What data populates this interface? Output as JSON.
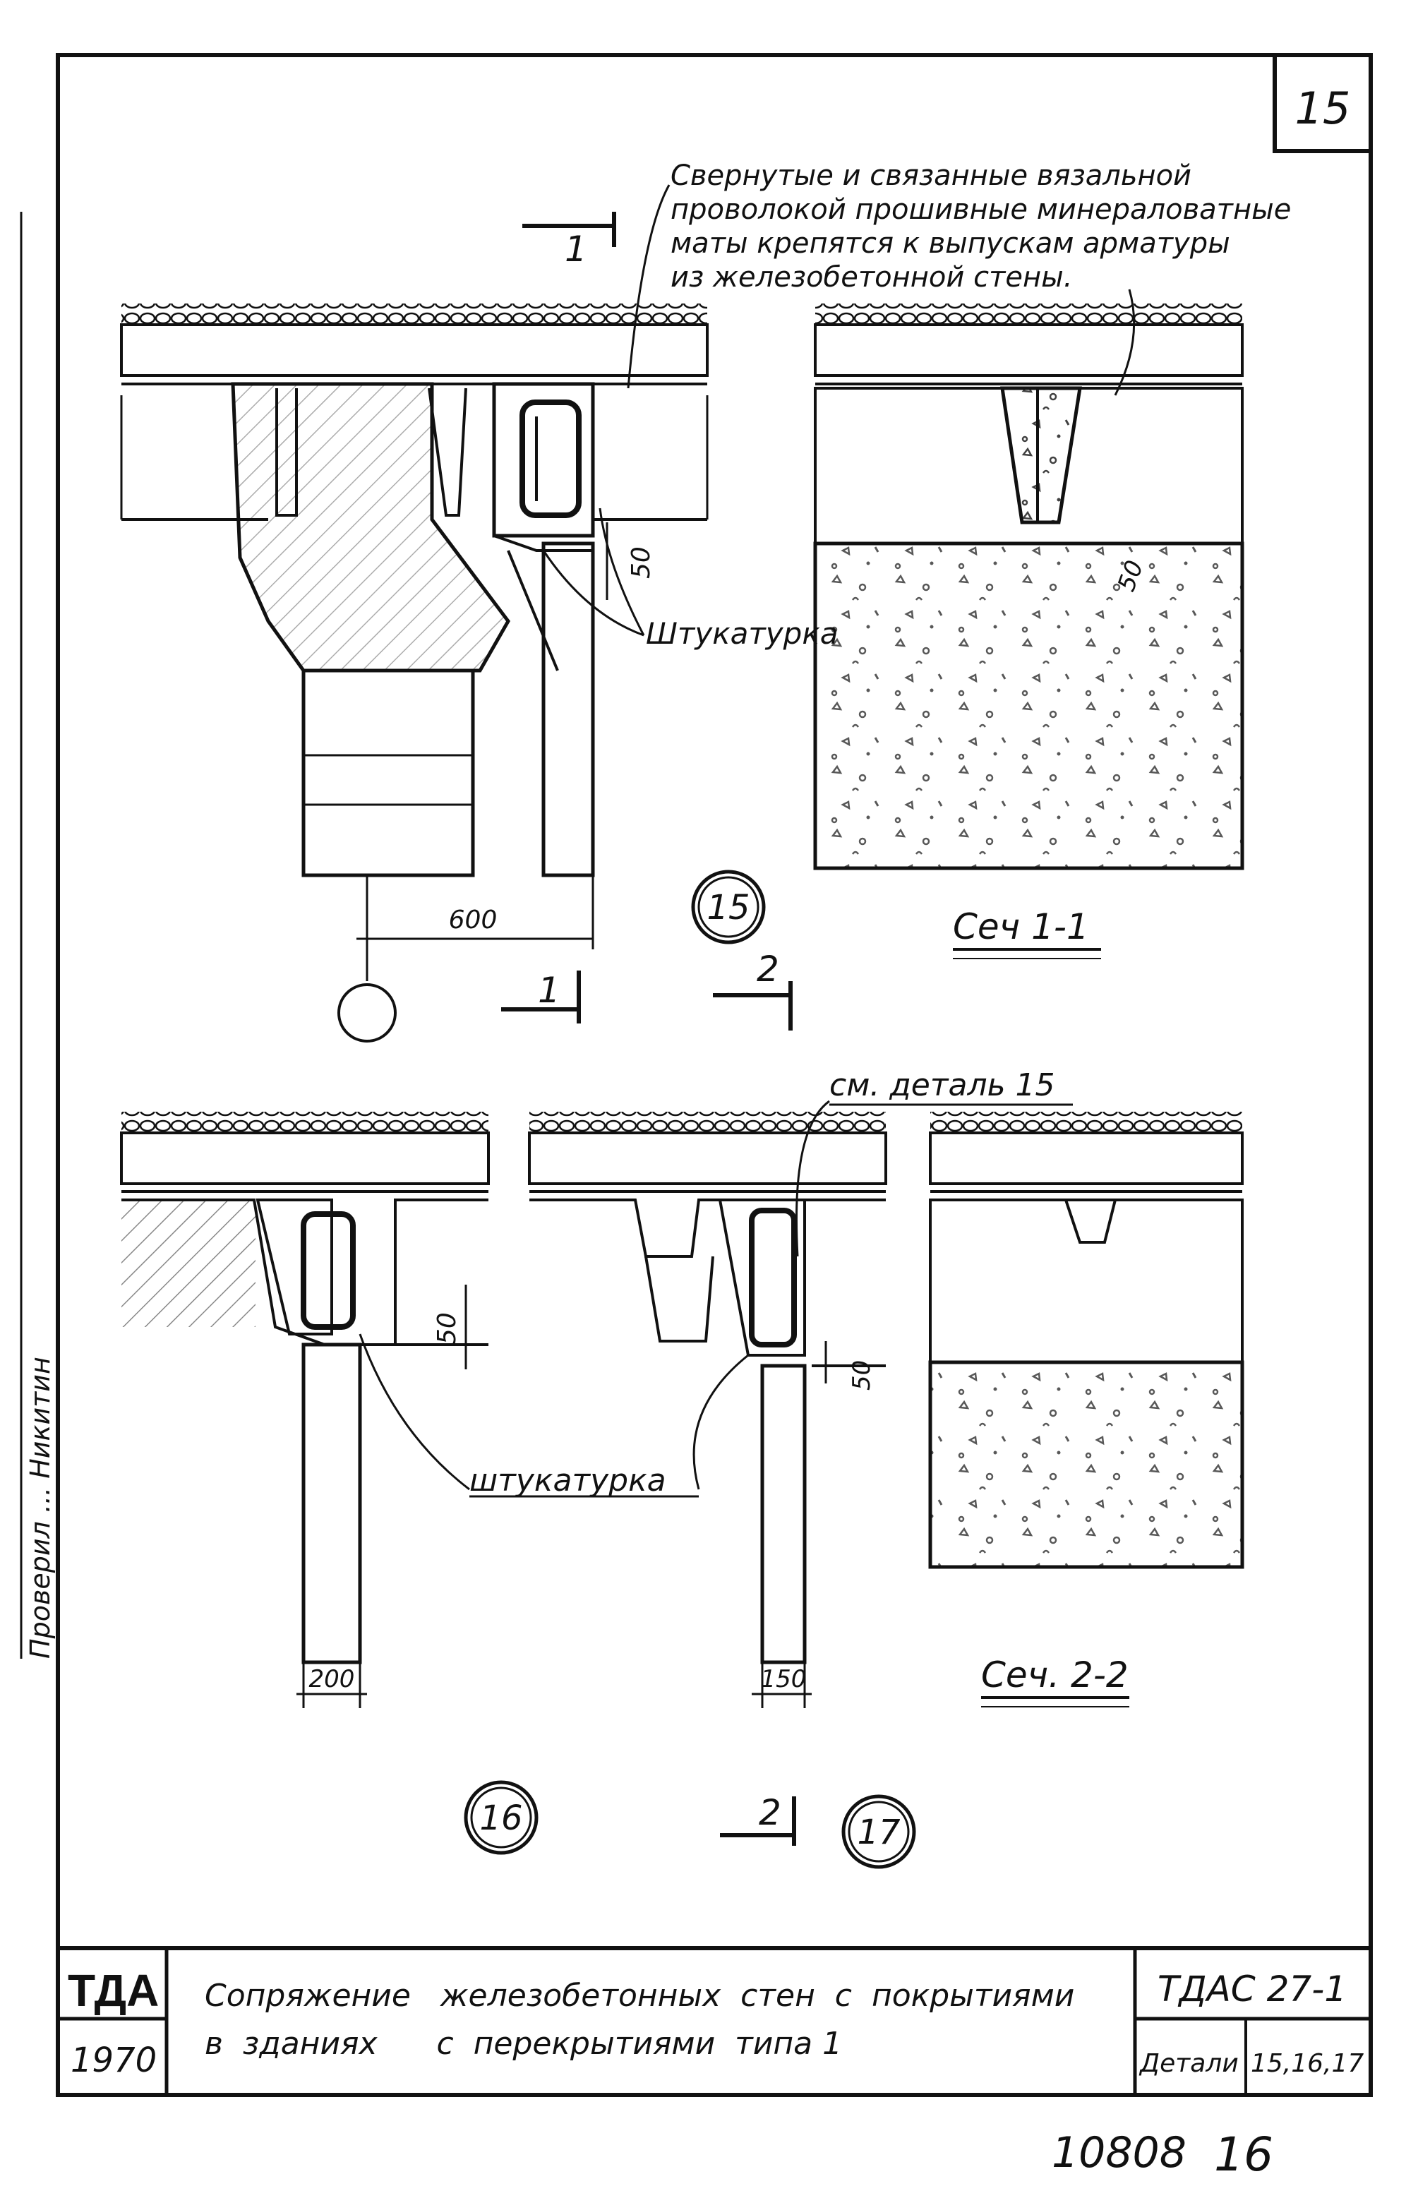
{
  "sheet": {
    "page_number": "15",
    "stamp_org": "ТДА",
    "stamp_year": "1970",
    "title_line1": "Сопряжение   железобетонных  стен  с  покрытиями",
    "title_line2": "в  зданиях      с  перекрытиями  типа 1",
    "series_code": "ТДАС 27-1",
    "details_label": "Детали",
    "details_value": "15,16,17",
    "bottom_number": "10808",
    "bottom_sheet": "16",
    "side_signature": "Проверил   ...   Никитин"
  },
  "notes": {
    "main_note_lines": [
      "Свернутые и связанные вязальной",
      "проволокой прошивные минераловатные",
      "маты крепятся к выпускам арматуры",
      "из железобетонной стены."
    ],
    "plaster_label": "Штукатурка",
    "plaster_label_lower": "штукатурка",
    "see_detail": "см. деталь 15"
  },
  "dimensions": {
    "d15_gap": "50",
    "d15_width": "600",
    "d16_gap": "50",
    "d16_width": "200",
    "d17_gap": "50",
    "d17_width": "150",
    "s11_gap": "50"
  },
  "markers": {
    "cut1_top": "1",
    "cut1_bottom": "1",
    "cut2_top": "2",
    "cut2_bottom": "2",
    "detail15": "15",
    "detail16": "16",
    "detail17": "17"
  },
  "sections": {
    "sec11": "Сеч  1-1",
    "sec22": "Сеч. 2-2"
  }
}
